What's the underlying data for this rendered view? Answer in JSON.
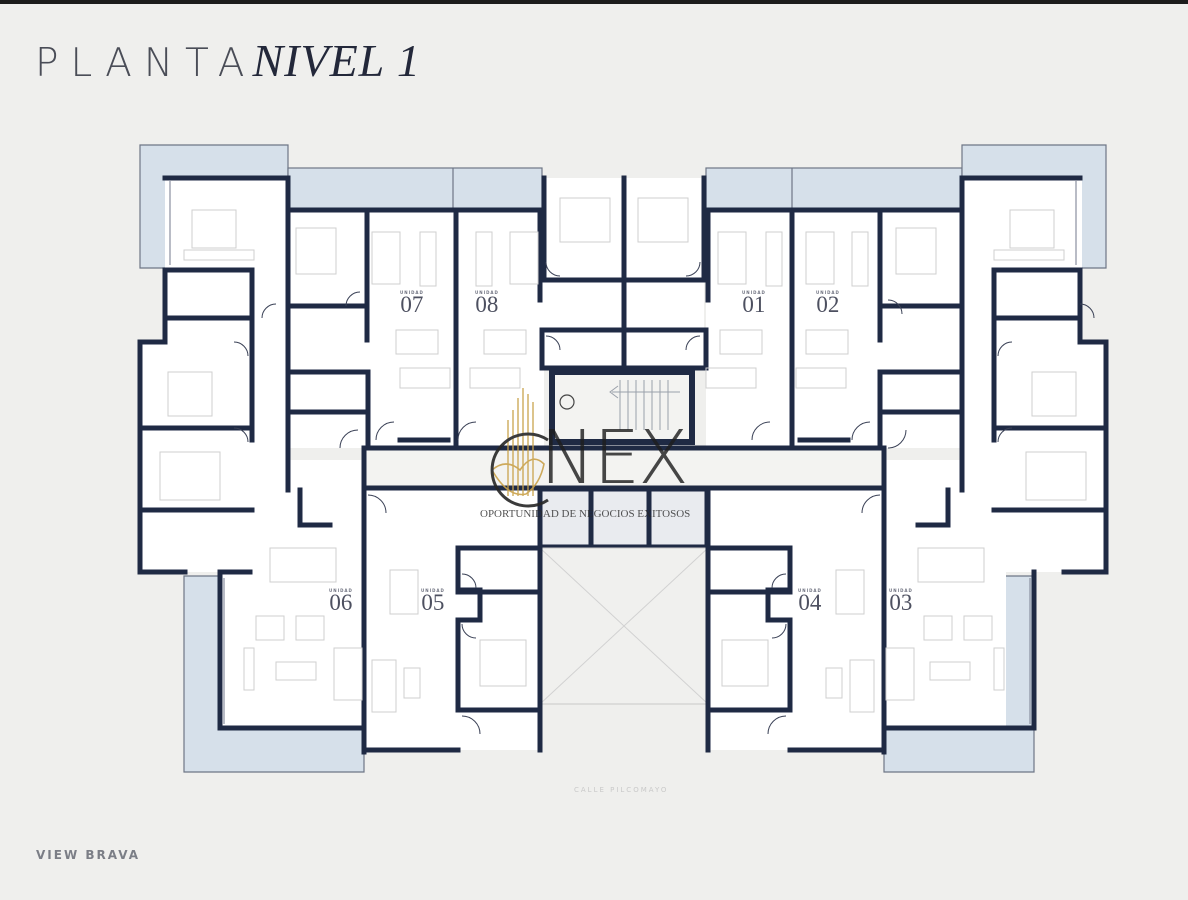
{
  "header": {
    "title_regular": "PLANTA",
    "title_italic": "NIVEL 1"
  },
  "footer": {
    "project_name": "VIEW BRAVA",
    "street_label": "CALLE PILCOMAYO"
  },
  "units": [
    {
      "caption": "UNIDAD",
      "number": "07"
    },
    {
      "caption": "UNIDAD",
      "number": "08"
    },
    {
      "caption": "UNIDAD",
      "number": "01"
    },
    {
      "caption": "UNIDAD",
      "number": "02"
    },
    {
      "caption": "UNIDAD",
      "number": "06"
    },
    {
      "caption": "UNIDAD",
      "number": "05"
    },
    {
      "caption": "UNIDAD",
      "number": "04"
    },
    {
      "caption": "UNIDAD",
      "number": "03"
    }
  ],
  "watermark": {
    "brand": "NEX",
    "tagline": "OPORTUNIDAD DE NEGOCIOS EXITOSOS"
  },
  "colors": {
    "background": "#efefed",
    "wall": "#1f2a44",
    "balcony": "#d6e0ea",
    "interior": "#ffffff",
    "furniture": "#c9c9c9",
    "gold": "#c9a14a"
  }
}
